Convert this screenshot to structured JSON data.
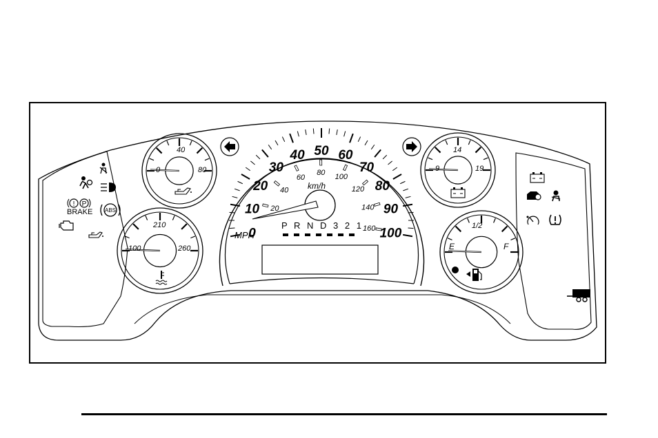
{
  "speedometer": {
    "unit_label": "MPH",
    "kmh_label": "km/h",
    "mph_labels": [
      "0",
      "10",
      "20",
      "30",
      "40",
      "50",
      "60",
      "70",
      "80",
      "90",
      "100"
    ],
    "kmh_labels": [
      "20",
      "40",
      "60",
      "80",
      "100",
      "120",
      "140",
      "160"
    ],
    "gear_labels": "P R N D 3 2 1",
    "needle_value_mph": 0
  },
  "oil_pressure_gauge": {
    "min": "0",
    "mid": "40",
    "max": "80",
    "icon": "oil-can-icon"
  },
  "voltmeter_gauge": {
    "min": "9",
    "mid": "14",
    "max": "19",
    "icon": "battery-icon"
  },
  "temperature_gauge": {
    "min": "100",
    "mid": "210",
    "max": "260",
    "icon": "coolant-temp-icon"
  },
  "fuel_gauge": {
    "empty": "E",
    "half": "1/2",
    "full": "F",
    "icon": "fuel-pump-icon"
  },
  "left_panel": {
    "brake_label": "BRAKE",
    "abs_label": "ABS",
    "icons": [
      "airbag-icon",
      "seatbelt-icon",
      "headlamp-icon",
      "brake-warning-icon",
      "abs-icon",
      "engine-icon",
      "oil-can-icon"
    ]
  },
  "right_panel": {
    "icons": [
      "battery-icon",
      "security-icon",
      "door-ajar-icon",
      "cruise-icon",
      "tire-pressure-icon",
      "trailer-icon"
    ]
  },
  "turn_signals": {
    "left": "left-arrow-icon",
    "right": "right-arrow-icon"
  },
  "colors": {
    "line": "#000000",
    "background": "#ffffff"
  }
}
